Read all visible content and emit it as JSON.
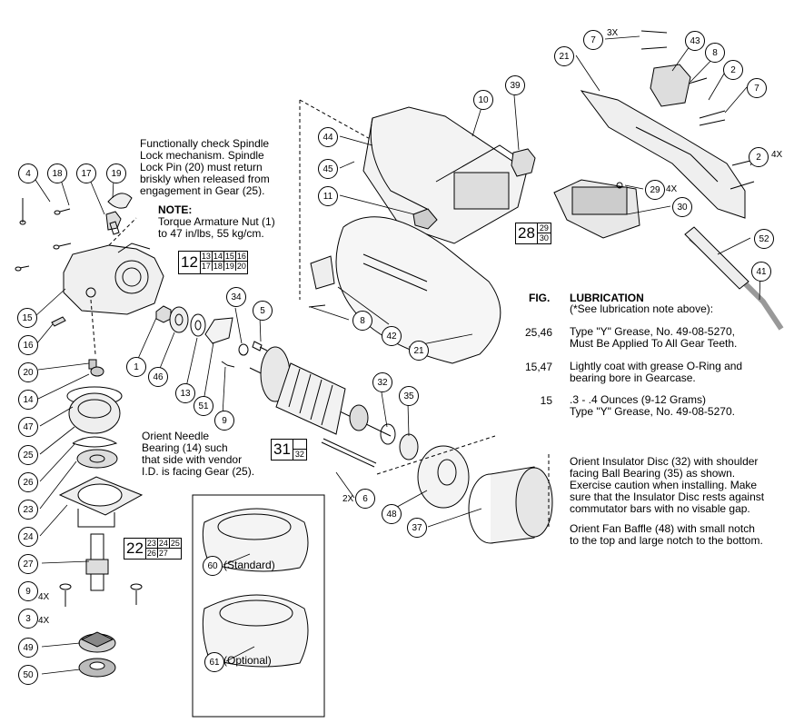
{
  "callouts": [
    {
      "num": "4"
    },
    {
      "num": "18"
    },
    {
      "num": "17"
    },
    {
      "num": "19"
    },
    {
      "num": "15"
    },
    {
      "num": "16"
    },
    {
      "num": "20"
    },
    {
      "num": "14"
    },
    {
      "num": "47"
    },
    {
      "num": "25"
    },
    {
      "num": "26"
    },
    {
      "num": "23"
    },
    {
      "num": "24"
    },
    {
      "num": "27"
    },
    {
      "num": "9"
    },
    {
      "num": "3"
    },
    {
      "num": "49"
    },
    {
      "num": "50"
    },
    {
      "num": "1"
    },
    {
      "num": "46"
    },
    {
      "num": "13"
    },
    {
      "num": "51"
    },
    {
      "num": "9"
    },
    {
      "num": "34"
    },
    {
      "num": "5"
    },
    {
      "num": "44"
    },
    {
      "num": "45"
    },
    {
      "num": "11"
    },
    {
      "num": "10"
    },
    {
      "num": "39"
    },
    {
      "num": "8"
    },
    {
      "num": "42"
    },
    {
      "num": "21"
    },
    {
      "num": "32"
    },
    {
      "num": "35"
    },
    {
      "num": "6"
    },
    {
      "num": "48"
    },
    {
      "num": "37"
    },
    {
      "num": "7"
    },
    {
      "num": "43"
    },
    {
      "num": "8"
    },
    {
      "num": "21"
    },
    {
      "num": "2"
    },
    {
      "num": "7"
    },
    {
      "num": "2"
    },
    {
      "num": "29"
    },
    {
      "num": "30"
    },
    {
      "num": "52"
    },
    {
      "num": "41"
    },
    {
      "num": "60"
    },
    {
      "num": "61"
    }
  ],
  "qty_labels": {
    "q7": "3X",
    "q2": "4X",
    "q29": "4X",
    "q6": "2X",
    "q9": "4X",
    "q3": "4X"
  },
  "group_boxes": {
    "g12": {
      "big": "12",
      "row1": [
        "13",
        "14",
        "15",
        "16"
      ],
      "row2": [
        "17",
        "18",
        "19",
        "20"
      ]
    },
    "g22": {
      "big": "22",
      "row1": [
        "23",
        "24",
        "25"
      ],
      "row2": [
        "26",
        "27"
      ]
    },
    "g28": {
      "big": "28",
      "row1": [
        "29"
      ],
      "row2": [
        "30"
      ]
    },
    "g31": {
      "big": "31",
      "row1": [
        ""
      ],
      "row2": [
        "32"
      ]
    }
  },
  "notes": {
    "spindle_lock": "Functionally check Spindle\nLock mechanism. Spindle\nLock Pin (20) must return\nbriskly when released from\nengagement in Gear (25).",
    "note_label": "NOTE:",
    "torque": "Torque Armature Nut (1)\nto 47 in/lbs, 55 kg/cm.",
    "orient_needle": "Orient Needle\nBearing (14) such\nthat side with vendor\nI.D. is facing Gear (25).",
    "insulator": "Orient Insulator Disc (32) with shoulder\nfacing Ball Bearing (35) as shown.\nExercise caution when installing. Make\nsure that the Insulator Disc rests against\ncommutator bars with no visable gap.",
    "fan_baffle": "Orient Fan Baffle (48) with small notch\nto the top and large notch to the bottom."
  },
  "lubrication": {
    "fig_label": "FIG.",
    "title": "LUBRICATION",
    "subtitle": "(*See lubrication note above):",
    "rows": [
      {
        "figs": "25,46",
        "text": "Type \"Y\" Grease, No. 49-08-5270,\nMust Be Applied To All Gear Teeth."
      },
      {
        "figs": "15,47",
        "text": "Lightly coat with grease O-Ring and\nbearing bore in Gearcase."
      },
      {
        "figs": "15",
        "text": ".3 - .4 Ounces (9-12 Grams)\nType \"Y\" Grease, No. 49-08-5270."
      }
    ]
  },
  "guards": {
    "standard": "(Standard)",
    "optional": "(Optional)"
  }
}
